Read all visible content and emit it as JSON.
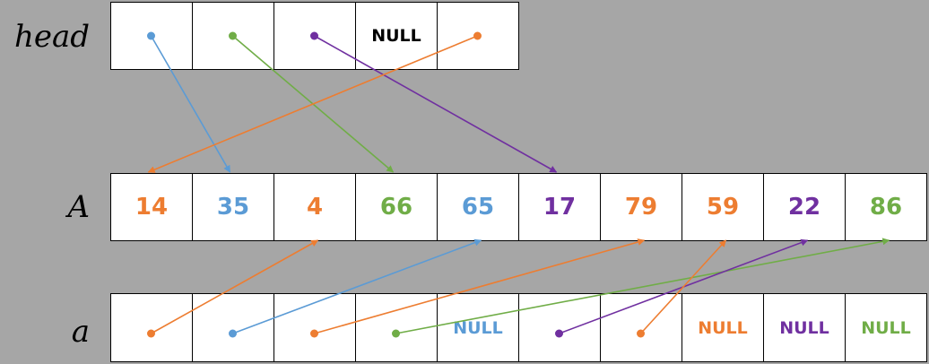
{
  "colors": {
    "blue": "#5b9bd5",
    "orange": "#ed7d31",
    "green": "#70ad47",
    "purple": "#7030a0",
    "black": "#000000",
    "background": "#a6a6a6"
  },
  "labels": {
    "head": "head",
    "A": "A",
    "a": "a"
  },
  "head": [
    {
      "text": "",
      "color": "blue",
      "points_to_A": 1
    },
    {
      "text": "",
      "color": "green",
      "points_to_A": 3
    },
    {
      "text": "",
      "color": "purple",
      "points_to_A": 5
    },
    {
      "text": "NULL",
      "color": "black",
      "points_to_A": null
    },
    {
      "text": "",
      "color": "orange",
      "points_to_A": 0
    }
  ],
  "A": [
    {
      "text": "14",
      "color": "orange"
    },
    {
      "text": "35",
      "color": "blue"
    },
    {
      "text": "4",
      "color": "orange"
    },
    {
      "text": "66",
      "color": "green"
    },
    {
      "text": "65",
      "color": "blue"
    },
    {
      "text": "17",
      "color": "purple"
    },
    {
      "text": "79",
      "color": "orange"
    },
    {
      "text": "59",
      "color": "orange"
    },
    {
      "text": "22",
      "color": "purple"
    },
    {
      "text": "86",
      "color": "green"
    }
  ],
  "a": [
    {
      "text": "",
      "color": "orange",
      "points_to_A": 2
    },
    {
      "text": "",
      "color": "blue",
      "points_to_A": 4
    },
    {
      "text": "",
      "color": "orange",
      "points_to_A": 6
    },
    {
      "text": "",
      "color": "green",
      "points_to_A": 9
    },
    {
      "text": "NULL",
      "color": "blue",
      "points_to_A": null
    },
    {
      "text": "",
      "color": "purple",
      "points_to_A": 8
    },
    {
      "text": "",
      "color": "orange",
      "points_to_A": 7
    },
    {
      "text": "NULL",
      "color": "orange",
      "points_to_A": null
    },
    {
      "text": "NULL",
      "color": "purple",
      "points_to_A": null
    },
    {
      "text": "NULL",
      "color": "green",
      "points_to_A": null
    }
  ]
}
